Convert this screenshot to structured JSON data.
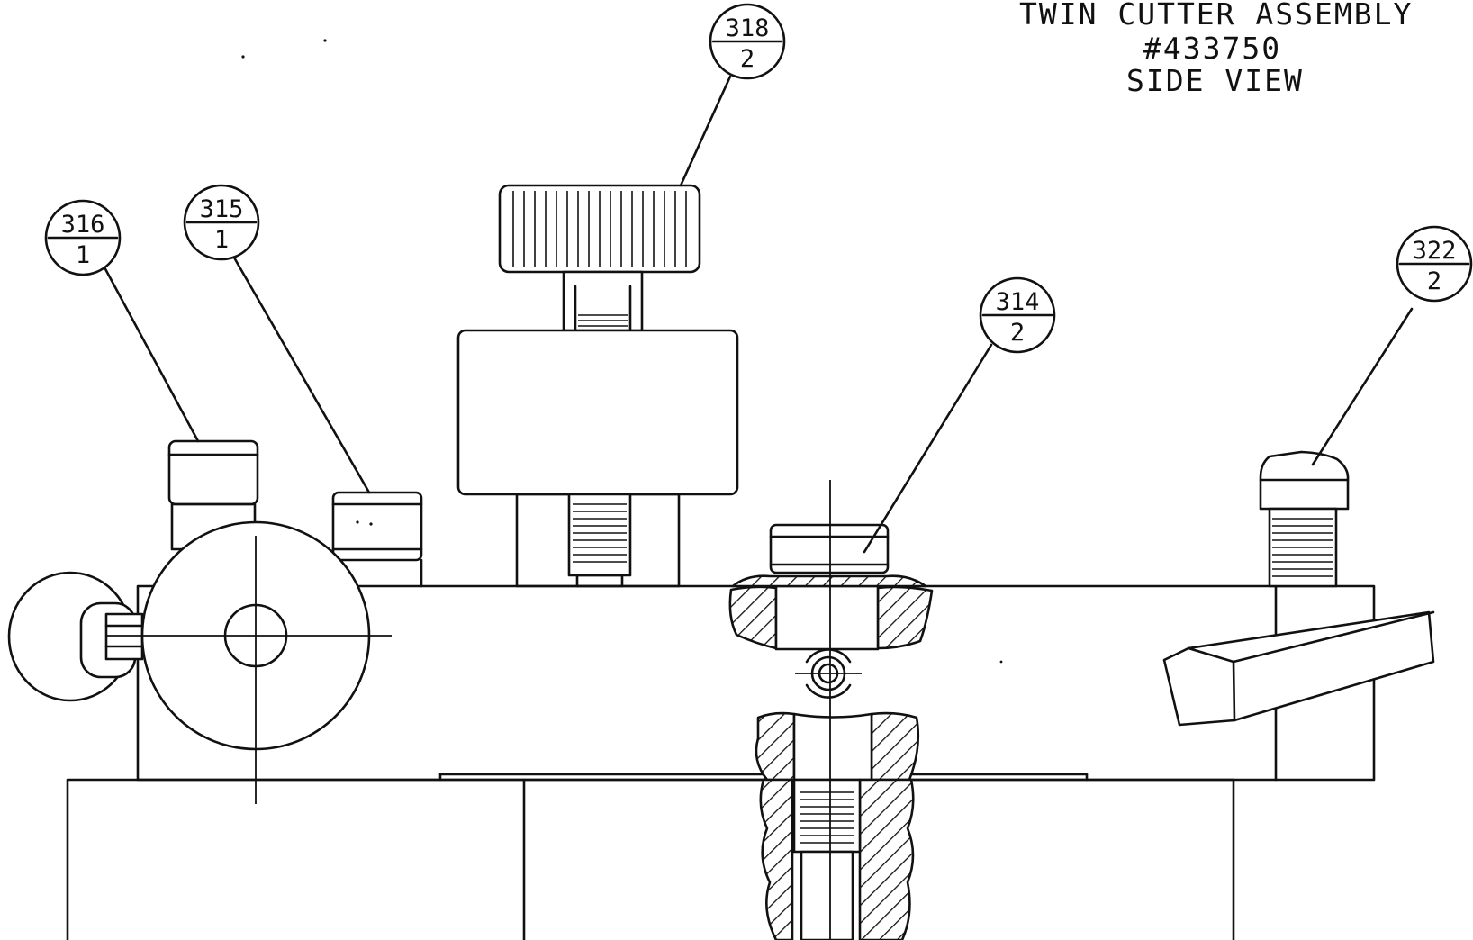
{
  "title": {
    "line1": "TWIN CUTTER ASSEMBLY",
    "line2": "#433750",
    "line3": "SIDE VIEW"
  },
  "callouts": [
    {
      "part": "318",
      "qty": "2"
    },
    {
      "part": "316",
      "qty": "1"
    },
    {
      "part": "315",
      "qty": "1"
    },
    {
      "part": "314",
      "qty": "2"
    },
    {
      "part": "322",
      "qty": "2"
    }
  ]
}
